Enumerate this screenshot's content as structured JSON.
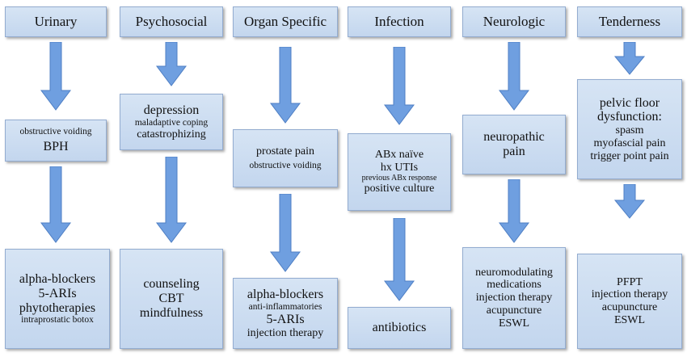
{
  "columns": [
    {
      "header": "Urinary",
      "middle": [
        {
          "text": "obstructive voiding",
          "size": "sm"
        },
        {
          "text": "BPH",
          "size": "lg"
        }
      ],
      "bottom": [
        {
          "text": "alpha-blockers",
          "size": "lg"
        },
        {
          "text": "5-ARIs",
          "size": "lg"
        },
        {
          "text": "phytotherapies",
          "size": "lg"
        },
        {
          "text": "intraprostatic botox",
          "size": "sm"
        }
      ]
    },
    {
      "header": "Psychosocial",
      "middle": [
        {
          "text": "depression",
          "size": "lg"
        },
        {
          "text": "maladaptive coping",
          "size": "sm"
        },
        {
          "text": "catastrophizing",
          "size": "md"
        }
      ],
      "bottom": [
        {
          "text": "counseling",
          "size": "lg"
        },
        {
          "text": "CBT",
          "size": "lg"
        },
        {
          "text": "mindfulness",
          "size": "lg"
        }
      ]
    },
    {
      "header": "Organ Specific",
      "middle": [
        {
          "text": "prostate pain",
          "size": "md"
        },
        {
          "text": "obstructive voiding",
          "size": "sm"
        }
      ],
      "bottom": [
        {
          "text": "alpha-blockers",
          "size": "lg"
        },
        {
          "text": "anti-inflammatories",
          "size": "sm"
        },
        {
          "text": "5-ARIs",
          "size": "lg"
        },
        {
          "text": "injection therapy",
          "size": "md"
        }
      ]
    },
    {
      "header": "Infection",
      "middle": [
        {
          "text": "ABx naïve",
          "size": "md"
        },
        {
          "text": "hx UTIs",
          "size": "md"
        },
        {
          "text": "previous ABx response",
          "size": "xs"
        },
        {
          "text": "positive culture",
          "size": "md"
        }
      ],
      "bottom": [
        {
          "text": "antibiotics",
          "size": "lg"
        }
      ]
    },
    {
      "header": "Neurologic",
      "middle": [
        {
          "text": "neuropathic",
          "size": "lg"
        },
        {
          "text": "pain",
          "size": "lg"
        }
      ],
      "bottom": [
        {
          "text": "neuromodulating",
          "size": "md"
        },
        {
          "text": "medications",
          "size": "md"
        },
        {
          "text": "injection therapy",
          "size": "md"
        },
        {
          "text": "acupuncture",
          "size": "md"
        },
        {
          "text": "ESWL",
          "size": "md"
        }
      ]
    },
    {
      "header": "Tenderness",
      "middle": [
        {
          "text": "pelvic floor",
          "size": "lg"
        },
        {
          "text": "dysfunction:",
          "size": "lg"
        },
        {
          "text": "spasm",
          "size": "md"
        },
        {
          "text": "myofascial pain",
          "size": "md"
        },
        {
          "text": "trigger point pain",
          "size": "md"
        }
      ],
      "bottom": [
        {
          "text": "PFPT",
          "size": "md"
        },
        {
          "text": "injection therapy",
          "size": "md"
        },
        {
          "text": "acupuncture",
          "size": "md"
        },
        {
          "text": "ESWL",
          "size": "md"
        }
      ]
    }
  ],
  "colors": {
    "box_fill": "#c9dbf0",
    "box_border": "#93acd0",
    "arrow_fill": "#6f9fe0",
    "arrow_stroke": "#4f7fc4"
  }
}
